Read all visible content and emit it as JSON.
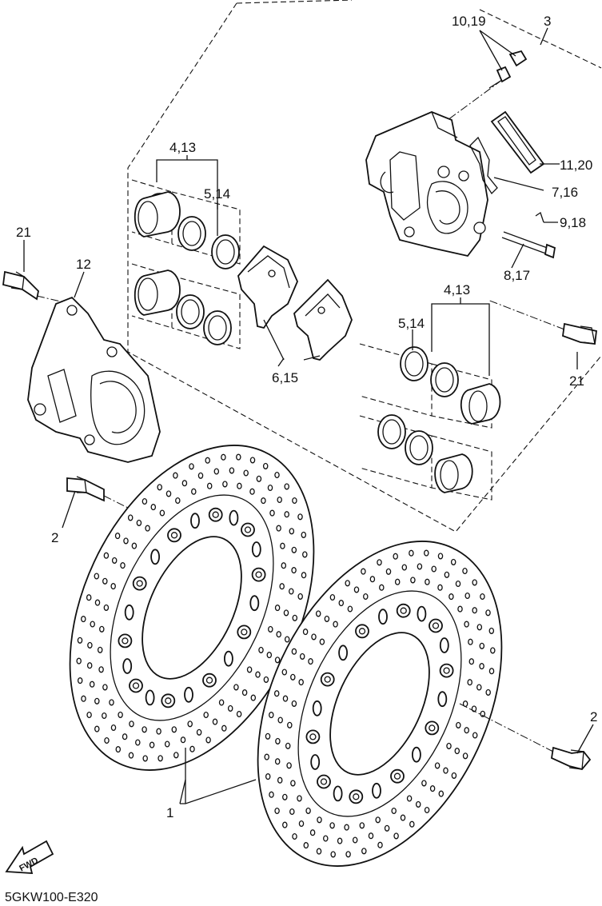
{
  "diagram_code": "5GKW100-E320",
  "fwd_label": "FWD",
  "callouts": {
    "c1": "1",
    "c2a": "2",
    "c2b": "2",
    "c3": "3",
    "c413a": "4,13",
    "c413b": "4,13",
    "c514a": "5,14",
    "c514b": "5,14",
    "c615": "6,15",
    "c716": "7,16",
    "c817": "8,17",
    "c918": "9,18",
    "c1019": "10,19",
    "c1120": "11,20",
    "c12": "12",
    "c21a": "21",
    "c21b": "21"
  }
}
